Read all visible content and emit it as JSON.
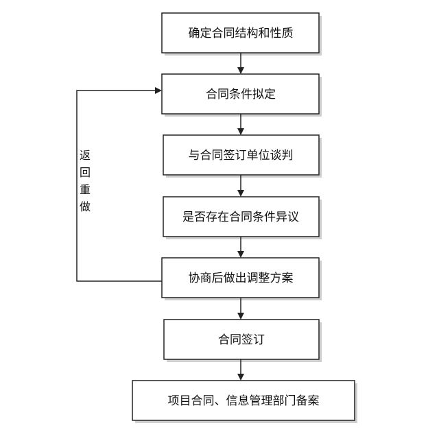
{
  "steps": [
    {
      "label": "确定合同结构和性质"
    },
    {
      "label": "合同条件拟定"
    },
    {
      "label": "与合同签订单位谈判"
    },
    {
      "label": "是否存在合同条件异议"
    },
    {
      "label": "协商后做出调整方案"
    },
    {
      "label": "合同签订"
    },
    {
      "label": "项目合同、信息管理部门备案"
    }
  ],
  "loop": {
    "chars": [
      "返",
      "回",
      "重",
      "做"
    ]
  },
  "colors": {
    "line": "#222222",
    "box_fill": "#ffffff",
    "box_shadow": "#cfcfcf",
    "text": "#111111"
  }
}
